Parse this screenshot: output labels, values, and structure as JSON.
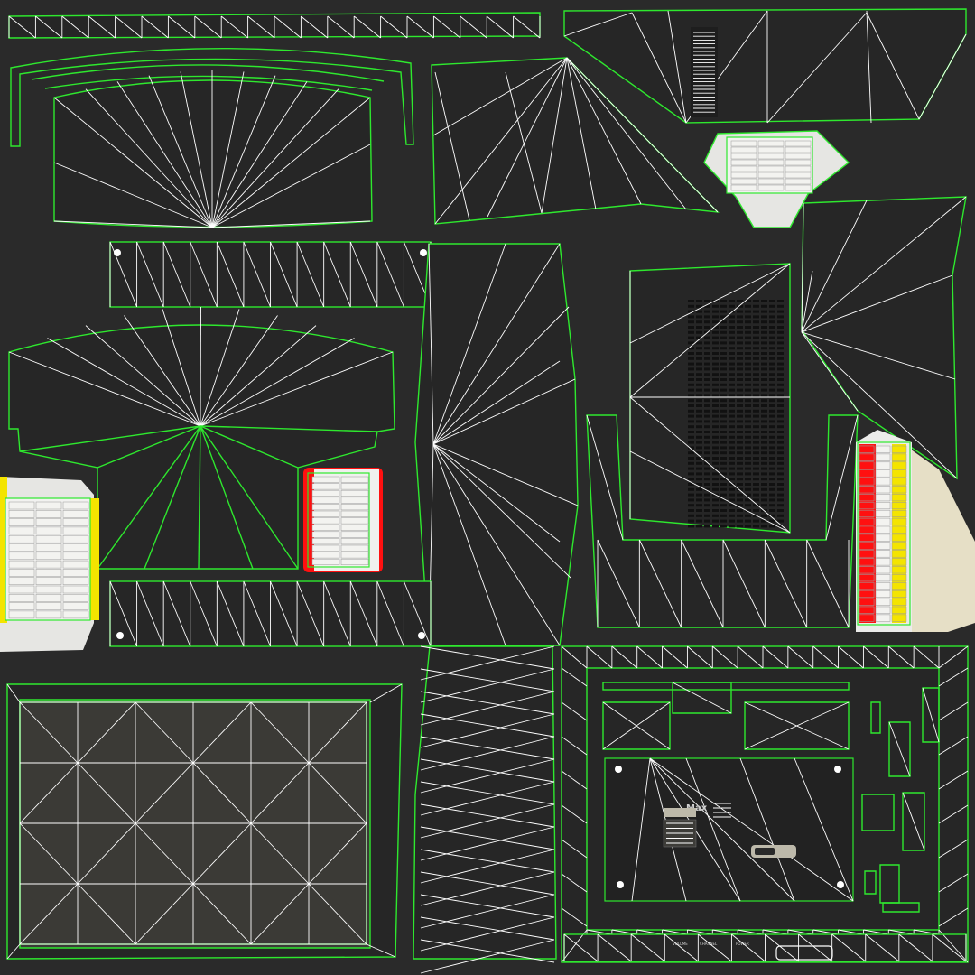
{
  "texture": {
    "label_rows": [
      "",
      "",
      "",
      "",
      "",
      ""
    ],
    "brand_text": "Max",
    "badge_text": "",
    "port_labels": [
      "VOLUME",
      "CHANNEL",
      "POWER"
    ]
  },
  "colors": {
    "background": "#2a2a2a",
    "wire": "#ffffff",
    "seam": "#2ee82e",
    "label_white": "#e6e6e3",
    "label_red": "#ff1010",
    "label_yellow": "#f4e400",
    "label_cream": "#e6dfc6",
    "panel_dark": "#3b3a36"
  },
  "icons": {
    "mount_hole": "circle",
    "vent_grille": "slots"
  }
}
